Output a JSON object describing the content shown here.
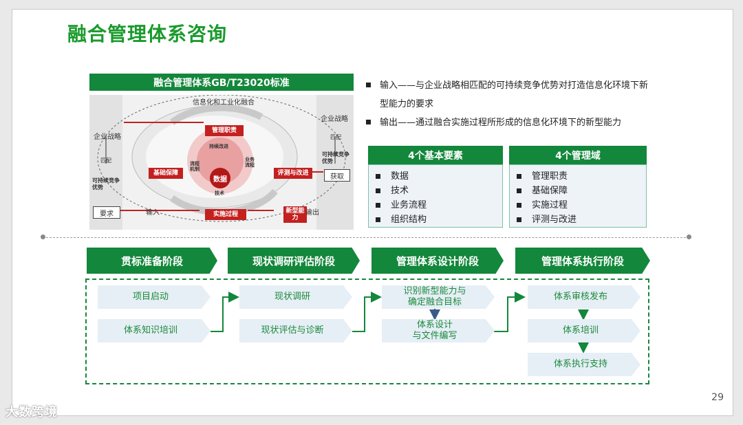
{
  "title": "融合管理体系咨询",
  "standard": {
    "header": "融合管理体系GB/T23020标准",
    "ellipse_label": "信息化和工业化融合",
    "left_side": {
      "top": "企业战略",
      "middle": "匹配",
      "bottom": "可持续竞争优势",
      "box": "要求"
    },
    "right_side": {
      "top": "企业战略",
      "middle": "匹配",
      "bottom": "可持续竞争优势",
      "box": "获取"
    },
    "input_label": "输入",
    "output_label": "输出",
    "center": "数据",
    "ring_labels": {
      "top": "持续改进",
      "left": "流程机制",
      "right": "业务流程",
      "bottom": "技术"
    },
    "boxes": {
      "mgmt": "管理职责",
      "base": "基础保障",
      "eval": "评测与改进",
      "impl": "实施过程",
      "newcap": "新型能力"
    }
  },
  "bullets": [
    "输入——与企业战略相匹配的可持续竞争优势对打造信息化环境下新型能力的要求",
    "输出——通过融合实施过程所形成的信息化环境下的新型能力"
  ],
  "elements": {
    "header": "4个基本要素",
    "items": [
      "数据",
      "技术",
      "业务流程",
      "组织结构"
    ]
  },
  "domains": {
    "header": "4个管理域",
    "items": [
      "管理职责",
      "基础保障",
      "实施过程",
      "评测与改进"
    ]
  },
  "phases": [
    "贯标准备阶段",
    "现状调研评估阶段",
    "管理体系设计阶段",
    "管理体系执行阶段"
  ],
  "steps": {
    "p1": [
      "项目启动",
      "体系知识培训"
    ],
    "p2": [
      "现状调研",
      "现状评估与诊断"
    ],
    "p3": [
      "识别新型能力与\n确定融合目标",
      "体系设计\n与文件编写"
    ],
    "p4": [
      "体系审核发布",
      "体系培训",
      "体系执行支持"
    ]
  },
  "page_number": "29",
  "watermark": "大数跨境",
  "colors": {
    "green": "#13873b",
    "title_green": "#1a9a2c",
    "red": "#c42020"
  }
}
